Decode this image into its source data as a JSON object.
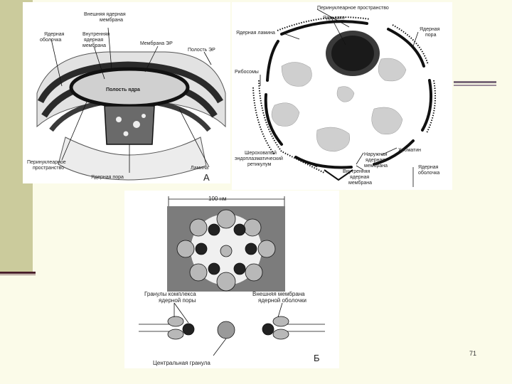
{
  "slide": {
    "number": "71"
  },
  "panel_a": {
    "letter": "А",
    "labels": {
      "outer_membrane": "Внешняя ядерная\nмембрана",
      "nuclear_envelope": "Ядерная\nоболочка",
      "inner_membrane": "Внутренняя\nядерная\nмембрана",
      "er_membrane": "Мембрана ЭР",
      "er_cavity": "Полость ЭР",
      "nucleus_cavity": "Полость ядра",
      "perinuclear_space": "Перинуклеарное\nпространство",
      "nuclear_pore": "Ядерная пора",
      "lamina": "Ламина"
    }
  },
  "panel_right": {
    "labels": {
      "perinuclear_space": "Перинуклеарное пространство",
      "nucleolus": "Ядрышко",
      "nuclear_lamina": "Ядерная ламина",
      "nuclear_pore": "Ядерная\nпора",
      "ribosomes": "Рибосомы",
      "chromatin": "Хроматин",
      "rough_er": "Шероховатый\nэндоплазматический\nретикулум",
      "outer_membrane": "Наружная\nядерная\nмембрана",
      "inner_membrane": "Внутренняя\nядерная\nмембрана",
      "nuclear_envelope": "Ядерная\nоболочка"
    }
  },
  "panel_b": {
    "letter": "Б",
    "scale": "100 нм",
    "labels": {
      "granules": "Гранулы комплекса\nядерной поры",
      "outer_membrane": "Внешняя мембрана\nядерной оболочки",
      "central_granule": "Центральная гранула"
    }
  },
  "colors": {
    "background": "#fbfbe9",
    "band": "#cbcb9c",
    "rule": "#4a1f2a"
  }
}
